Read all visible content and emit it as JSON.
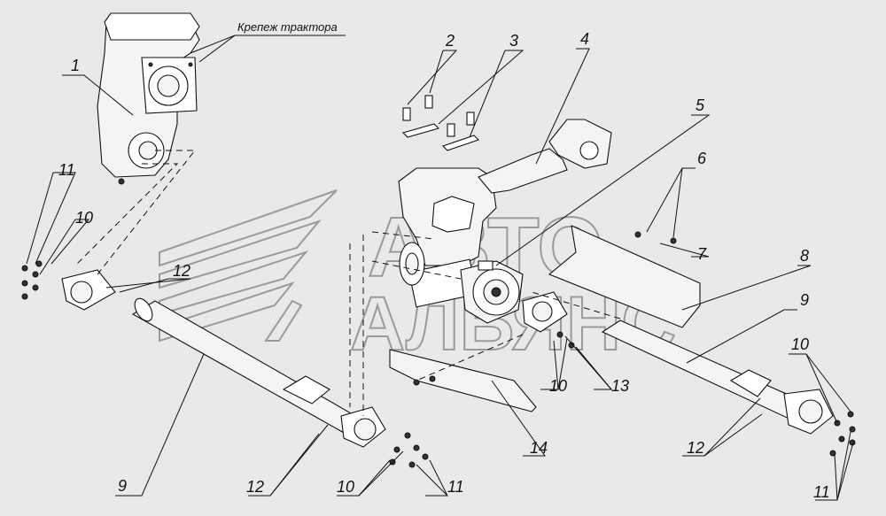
{
  "diagram": {
    "callout_tractor": "Крепеж трактора",
    "labels": {
      "p1": "1",
      "p2": "2",
      "p3": "3",
      "p4": "4",
      "p5": "5",
      "p6": "6",
      "p7": "7",
      "p8": "8",
      "p9a": "9",
      "p9b": "9",
      "p10a": "10",
      "p10b": "10",
      "p10c": "10",
      "p10d": "10",
      "p11a": "11",
      "p11b": "11",
      "p11c": "11",
      "p12a": "12",
      "p12b": "12",
      "p12c": "12",
      "p13": "13",
      "p14": "14"
    },
    "watermark": {
      "line1": "АВТО",
      "line2": "АЛЬЯНС"
    },
    "colors": {
      "background": "#e9e9e9",
      "line": "#111111",
      "watermark": "#9a9a9a"
    }
  }
}
